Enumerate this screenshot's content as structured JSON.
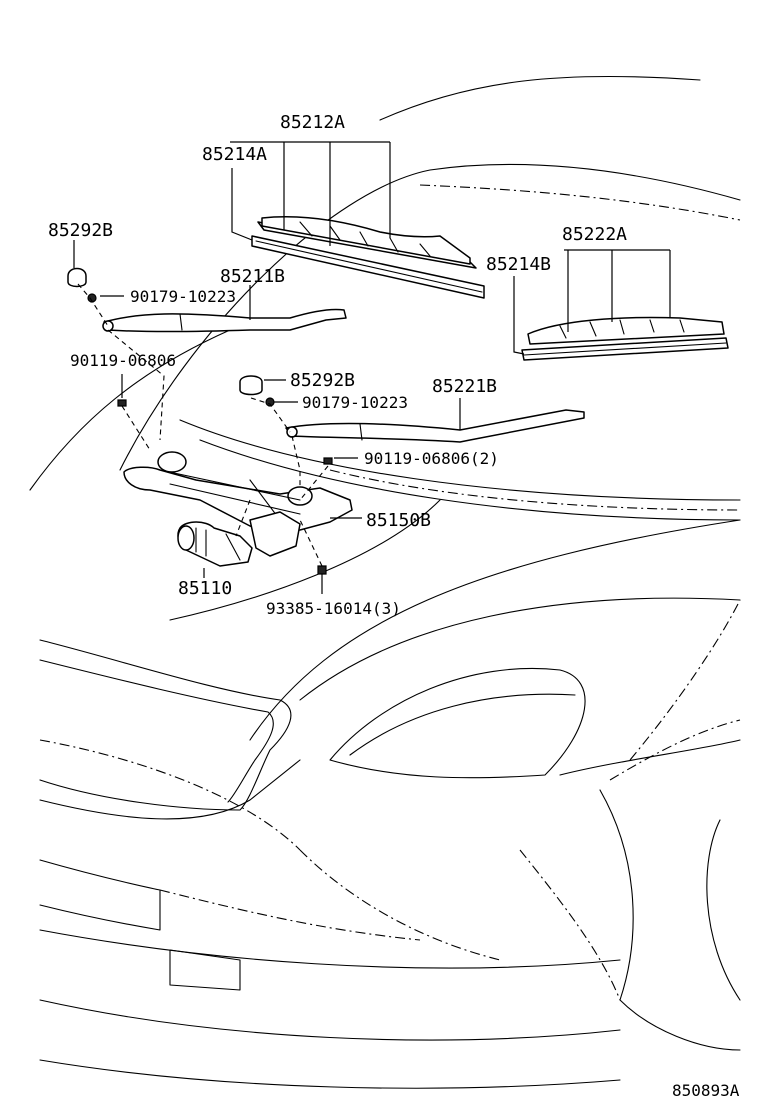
{
  "diagram": {
    "id_code": "850893A",
    "parts": [
      {
        "key": "p85212A",
        "label": "85212A"
      },
      {
        "key": "p85214A",
        "label": "85214A"
      },
      {
        "key": "p85292B_left",
        "label": "85292B"
      },
      {
        "key": "p85211B",
        "label": "85211B"
      },
      {
        "key": "p90179_left",
        "label": "90179-10223"
      },
      {
        "key": "p90119_left",
        "label": "90119-06806"
      },
      {
        "key": "p85222A",
        "label": "85222A"
      },
      {
        "key": "p85214B",
        "label": "85214B"
      },
      {
        "key": "p85292B_right",
        "label": "85292B"
      },
      {
        "key": "p90179_right",
        "label": "90179-10223"
      },
      {
        "key": "p85221B",
        "label": "85221B"
      },
      {
        "key": "p90119_right",
        "label": "90119-06806(2)"
      },
      {
        "key": "p85150B",
        "label": "85150B"
      },
      {
        "key": "p85110",
        "label": "85110"
      },
      {
        "key": "p93385",
        "label": "93385-16014(3)"
      }
    ]
  }
}
